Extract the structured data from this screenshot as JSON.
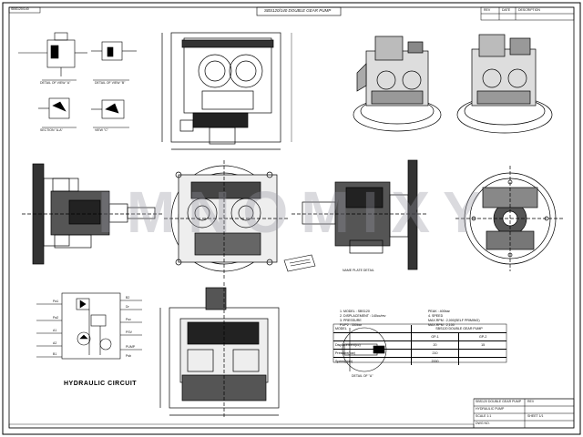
{
  "drawing": {
    "title": "SBS120/140 DOUBLE GEAR PUMP",
    "watermark": "IMNOMIXY",
    "circuit_title": "HYDRAULIC CIRCUIT",
    "detail_label": "DETAIL OF \"A\"",
    "name_plate_label": "NAME PLATE DETAIL",
    "views": [
      "DETAIL OF VIEW \"A\"",
      "DETAIL OF VIEW \"B\"",
      "SECTION \"A-A\"",
      "VIEW \"C\""
    ]
  },
  "specs": {
    "lines": [
      "1. MODEL : SBS120",
      "2. DISPLACEMENT : 140cc/rev",
      "3. PRESSURE",
      "   P1/P2 : 350bar",
      "   PEAK : 400bar",
      "4. SPEED",
      "   MAX.RPM : 2,000(SELF PRIMING)",
      "   MAX.RPM : 2,100"
    ]
  },
  "spec_table": {
    "header": [
      "MODEL",
      "SBS120 DOUBLE GEAR PUMP"
    ],
    "rows": [
      [
        "",
        "GP-1",
        "GP-2"
      ],
      [
        "Displacement(cc)",
        "20",
        "15"
      ],
      [
        "Pressure(bar)",
        "210",
        ""
      ],
      [
        "Speed(rpm)",
        "2000",
        ""
      ]
    ]
  },
  "circuit_ports": [
    "Pa1",
    "Pa2",
    "A1",
    "A2",
    "B1",
    "B2",
    "Dr",
    "Psv",
    "PSV",
    "PUMP",
    "Psb"
  ],
  "title_block": {
    "rows": [
      "SBS120 DOUBLE GEAR PUMP",
      "HYDRAULIC PUMP",
      "SCALE 1:1",
      "DWG NO."
    ],
    "revision_label": "REV",
    "sheet_label": "SHEET 1/1"
  },
  "top_left_stamp": "SBS120/140",
  "top_right_box": [
    "REV",
    "DATE",
    "DESCRIPTION"
  ]
}
